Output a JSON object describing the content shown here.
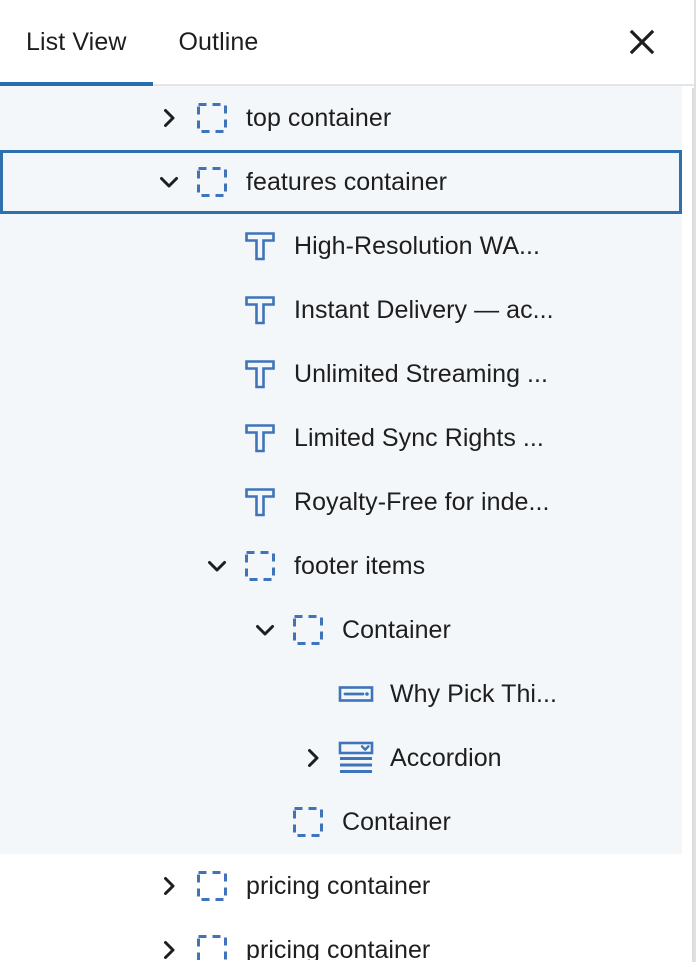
{
  "panel": {
    "name": "List View panel"
  },
  "header": {
    "tabs": [
      {
        "label": "List View",
        "active": true
      },
      {
        "label": "Outline",
        "active": false
      }
    ],
    "close_label": "Close",
    "accent_color": "#2a6cb0"
  },
  "colors": {
    "accent": "#2a6cb0",
    "selection_border": "#2d70ad",
    "branch_background": "#f3f7fa",
    "row_background": "#ffffff",
    "icon_blue": "#3f74ba",
    "text": "#1e1e1e"
  },
  "tree": {
    "rows": [
      {
        "label": "top container",
        "icon": "group-container-icon",
        "indent": 1,
        "chevron": "right",
        "selected": false,
        "tinted": true
      },
      {
        "label": "features container",
        "icon": "group-container-icon",
        "indent": 1,
        "chevron": "down",
        "selected": true,
        "tinted": true
      },
      {
        "label": "High-Resolution WA...",
        "icon": "paragraph-icon",
        "indent": 2,
        "chevron": "none",
        "selected": false,
        "tinted": true
      },
      {
        "label": "Instant Delivery — ac...",
        "icon": "paragraph-icon",
        "indent": 2,
        "chevron": "none",
        "selected": false,
        "tinted": true
      },
      {
        "label": "Unlimited Streaming ...",
        "icon": "paragraph-icon",
        "indent": 2,
        "chevron": "none",
        "selected": false,
        "tinted": true
      },
      {
        "label": "Limited Sync Rights ...",
        "icon": "paragraph-icon",
        "indent": 2,
        "chevron": "none",
        "selected": false,
        "tinted": true
      },
      {
        "label": "Royalty-Free for inde...",
        "icon": "paragraph-icon",
        "indent": 2,
        "chevron": "none",
        "selected": false,
        "tinted": true
      },
      {
        "label": "footer items",
        "icon": "group-container-icon",
        "indent": 2,
        "chevron": "down",
        "selected": false,
        "tinted": true
      },
      {
        "label": "Container",
        "icon": "group-container-icon",
        "indent": 3,
        "chevron": "down",
        "selected": false,
        "tinted": true
      },
      {
        "label": "Why Pick Thi...",
        "icon": "button-icon",
        "indent": 4,
        "chevron": "none",
        "selected": false,
        "tinted": true
      },
      {
        "label": "Accordion",
        "icon": "accordion-icon",
        "indent": 4,
        "chevron": "right",
        "selected": false,
        "tinted": true
      },
      {
        "label": "Container",
        "icon": "group-container-icon",
        "indent": 3,
        "chevron": "none",
        "selected": false,
        "tinted": true
      },
      {
        "label": "pricing container",
        "icon": "group-container-icon",
        "indent": 1,
        "chevron": "right",
        "selected": false,
        "tinted": false
      },
      {
        "label": "pricing container",
        "icon": "group-container-icon",
        "indent": 1,
        "chevron": "right",
        "selected": false,
        "tinted": false
      }
    ]
  }
}
